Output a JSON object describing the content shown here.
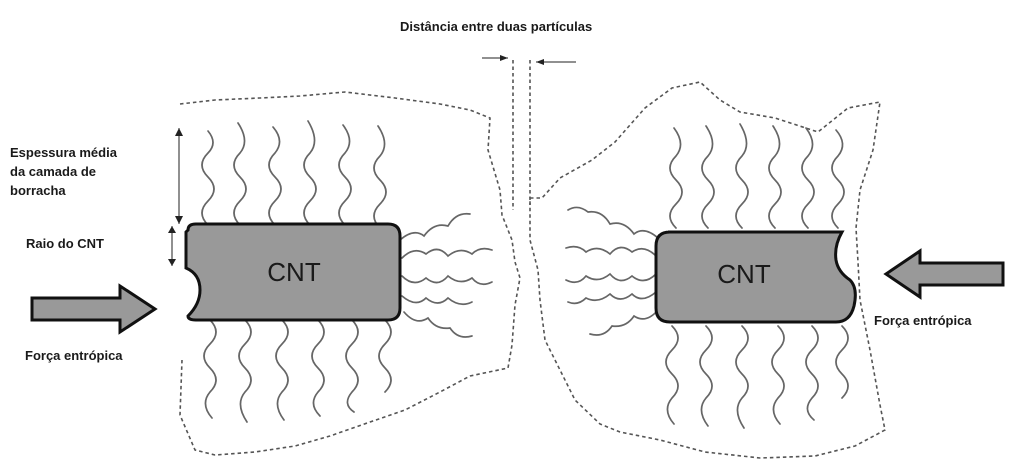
{
  "labels": {
    "distance": "Distância entre duas partículas",
    "thickness_line1": "Espessura média",
    "thickness_line2": "da camada de",
    "thickness_line3": "borracha",
    "radius": "Raio do CNT",
    "force_left": "Força entrópica",
    "force_right": "Força entrópica",
    "cnt_left": "CNT",
    "cnt_right": "CNT"
  },
  "colors": {
    "cnt_fill": "#999999",
    "arrow_fill": "#999999",
    "outline": "#111111"
  }
}
